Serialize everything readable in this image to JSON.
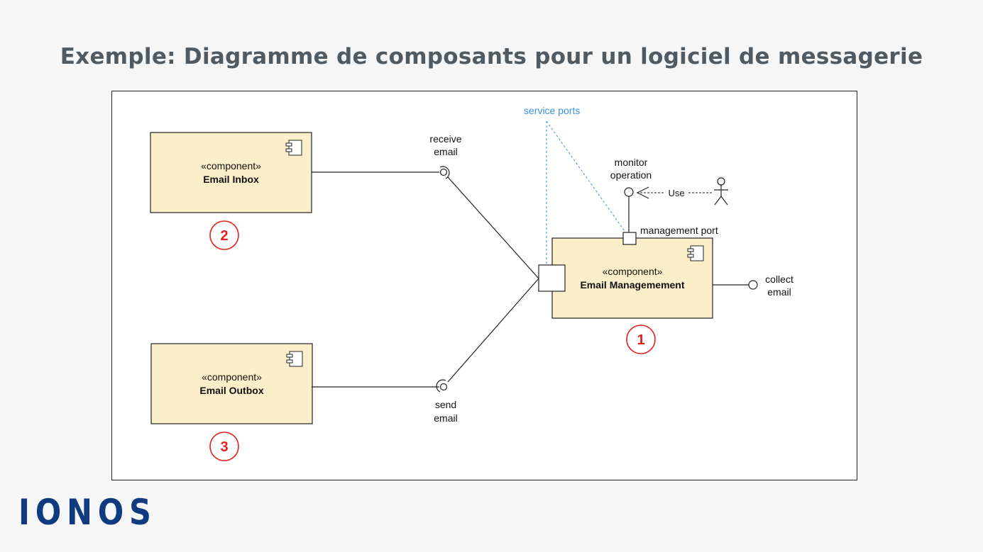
{
  "title": "Exemple: Diagramme de composants pour un logiciel de messagerie",
  "brand": "IONOS",
  "colors": {
    "component_fill": "#fbeec9",
    "annotation_blue": "#3a8fe3",
    "marker_red": "#e02020",
    "brand_blue": "#113b80"
  },
  "components": {
    "inbox": {
      "stereotype": "«component»",
      "name": "Email Inbox",
      "marker": "2"
    },
    "outbox": {
      "stereotype": "«component»",
      "name": "Email Outbox",
      "marker": "3"
    },
    "management": {
      "stereotype": "«component»",
      "name": "Email Managemement",
      "marker": "1"
    }
  },
  "interfaces": {
    "receive": [
      "receive",
      "email"
    ],
    "send": [
      "send",
      "email"
    ],
    "monitor": [
      "monitor",
      "operation"
    ],
    "collect": [
      "collect",
      "email"
    ]
  },
  "labels": {
    "service_ports": "service ports",
    "management_port": "management port",
    "use": "Use"
  }
}
